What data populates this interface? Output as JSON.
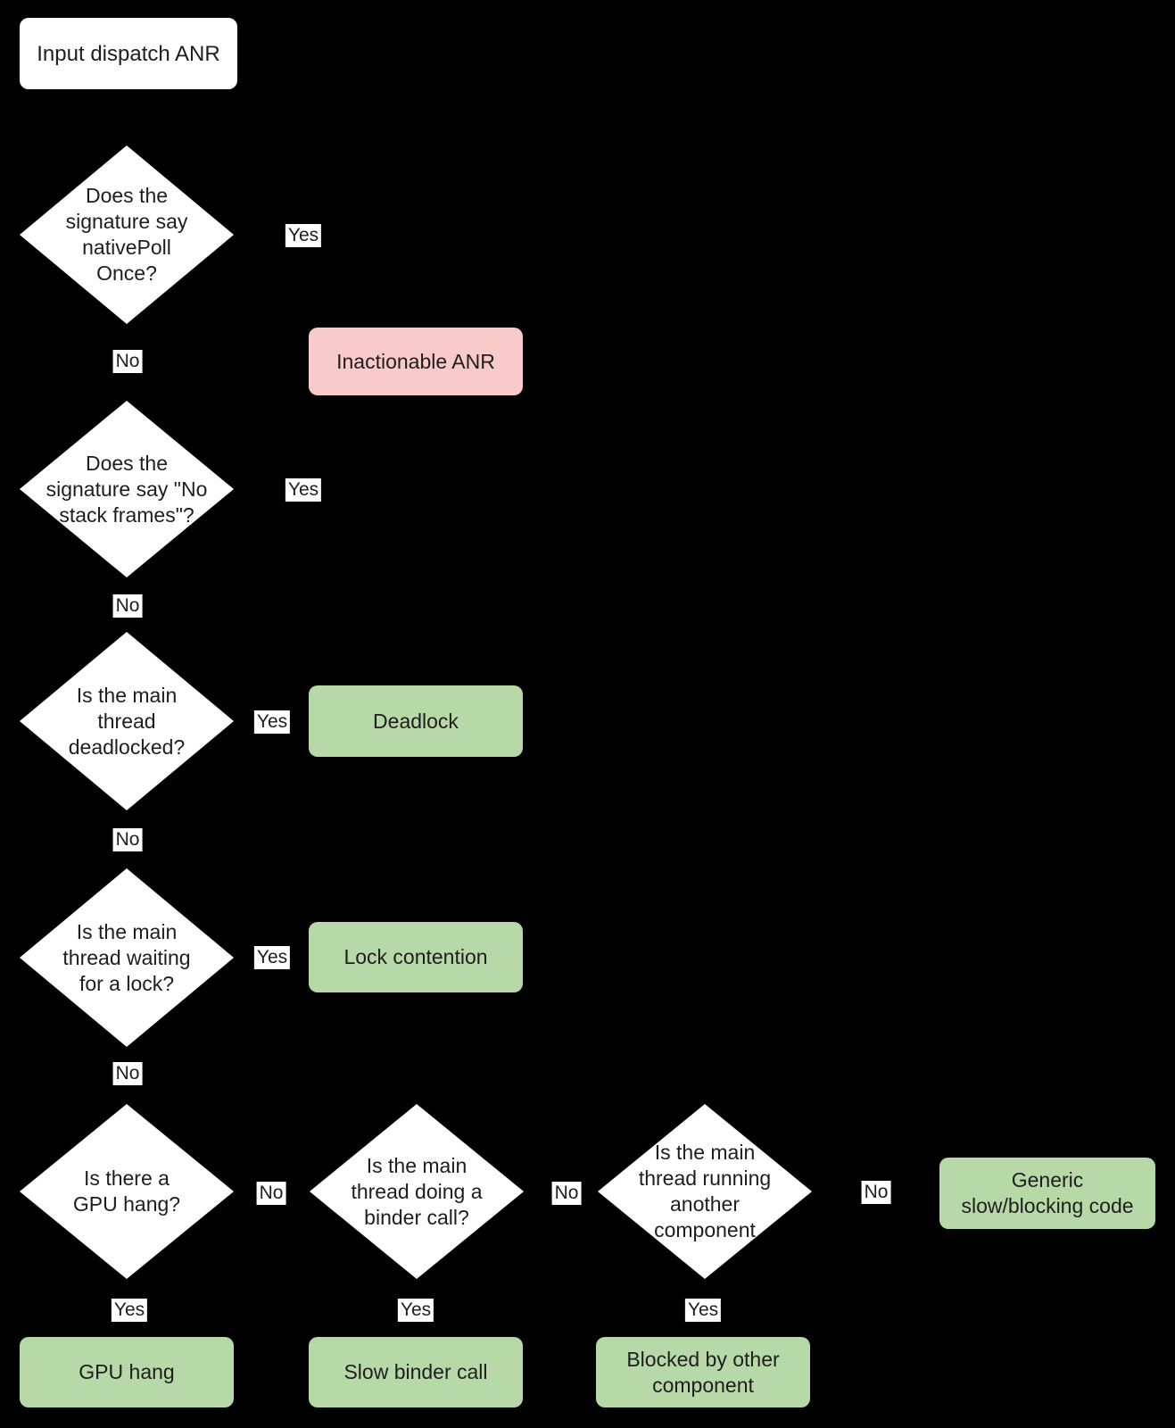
{
  "title": "Input dispatch ANR triage flowchart",
  "colors": {
    "background": "#000000",
    "node_fill": "#ffffff",
    "outcome_green": "#b7d9a8",
    "outcome_red": "#f9caca",
    "label_bg": "#ffffff",
    "text": "#1e1e1e"
  },
  "start": {
    "label": "Input dispatch ANR"
  },
  "decisions": [
    {
      "id": "native-poll-once",
      "text": "Does the\nsignature say\nnativePoll\nOnce?"
    },
    {
      "id": "no-stack-frames",
      "text": "Does the\nsignature say \"No\nstack frames\"?"
    },
    {
      "id": "main-thread-deadlocked",
      "text": "Is the main\nthread\ndeadlocked?"
    },
    {
      "id": "main-thread-waiting-for-lock",
      "text": "Is the main\nthread waiting\nfor a lock?"
    },
    {
      "id": "gpu-hang",
      "text": "Is there a\nGPU hang?"
    },
    {
      "id": "binder-call",
      "text": "Is the main\nthread doing a\nbinder call?"
    },
    {
      "id": "running-another-component",
      "text": "Is the main\nthread running\nanother\ncomponent"
    }
  ],
  "outcomes": [
    {
      "id": "inactionable-anr",
      "label": "Inactionable ANR",
      "kind": "red"
    },
    {
      "id": "deadlock",
      "label": "Deadlock",
      "kind": "green"
    },
    {
      "id": "lock-contention",
      "label": "Lock contention",
      "kind": "green"
    },
    {
      "id": "gpu-hang",
      "label": "GPU hang",
      "kind": "green"
    },
    {
      "id": "slow-binder-call",
      "label": "Slow binder call",
      "kind": "green"
    },
    {
      "id": "blocked-by-other-component",
      "label": "Blocked by other\ncomponent",
      "kind": "green"
    },
    {
      "id": "generic-slow-blocking-code",
      "label": "Generic\nslow/blocking code",
      "kind": "green"
    }
  ],
  "edge_labels": [
    {
      "id": "native-poll-once-yes",
      "text": "Yes"
    },
    {
      "id": "native-poll-once-no",
      "text": "No"
    },
    {
      "id": "no-stack-frames-yes",
      "text": "Yes"
    },
    {
      "id": "no-stack-frames-no",
      "text": "No"
    },
    {
      "id": "deadlocked-yes",
      "text": "Yes"
    },
    {
      "id": "deadlocked-no",
      "text": "No"
    },
    {
      "id": "waiting-for-lock-yes",
      "text": "Yes"
    },
    {
      "id": "waiting-for-lock-no",
      "text": "No"
    },
    {
      "id": "gpu-hang-no",
      "text": "No"
    },
    {
      "id": "gpu-hang-yes",
      "text": "Yes"
    },
    {
      "id": "binder-call-no",
      "text": "No"
    },
    {
      "id": "binder-call-yes",
      "text": "Yes"
    },
    {
      "id": "running-another-component-no",
      "text": "No"
    },
    {
      "id": "running-another-component-yes",
      "text": "Yes"
    }
  ]
}
